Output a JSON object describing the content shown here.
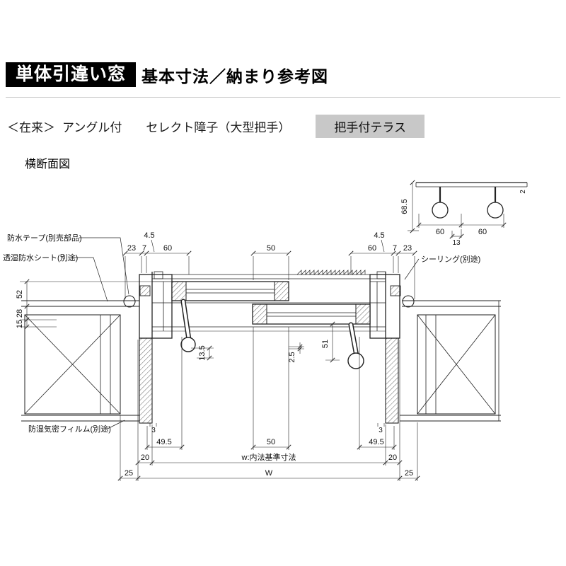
{
  "header": {
    "title": "単体引違い窓",
    "subtitle": "基本寸法／納まり参考図"
  },
  "spec": {
    "series": "＜在来＞",
    "option1": "アングル付",
    "option2": "セレクト障子（大型把手）",
    "highlight": "把手付テラス"
  },
  "section": {
    "label": "横断面図"
  },
  "callouts": {
    "waterproof_tape": "防水テープ(別売部品)",
    "breathable_sheet": "透湿防水シート(別途)",
    "sealing": "シーリング(別途)",
    "vapor_film": "防湿気密フィルム(別途)"
  },
  "detail": {
    "h685": "68.5",
    "w60a": "60",
    "w60b": "60",
    "w13": "13",
    "w2": "2"
  },
  "dims": {
    "top": {
      "t45l": "4.5",
      "t23l": "23",
      "t7l": "7",
      "t60l": "60",
      "t50": "50",
      "t60r": "60",
      "t7r": "7",
      "t23r": "23",
      "t45r": "4.5"
    },
    "left": {
      "v52": "52",
      "v28": "28",
      "v15": "15"
    },
    "mid": {
      "v135": "13.5",
      "v25": "2.5",
      "v51": "51"
    },
    "bottom": {
      "b3l": "3",
      "b495l": "49.5",
      "b20l": "20",
      "b50": "50",
      "bw": "w:内法基準寸法",
      "b3r": "3",
      "b495r": "49.5",
      "b20r": "20",
      "b25l": "25",
      "bW": "W",
      "b25r": "25"
    }
  }
}
